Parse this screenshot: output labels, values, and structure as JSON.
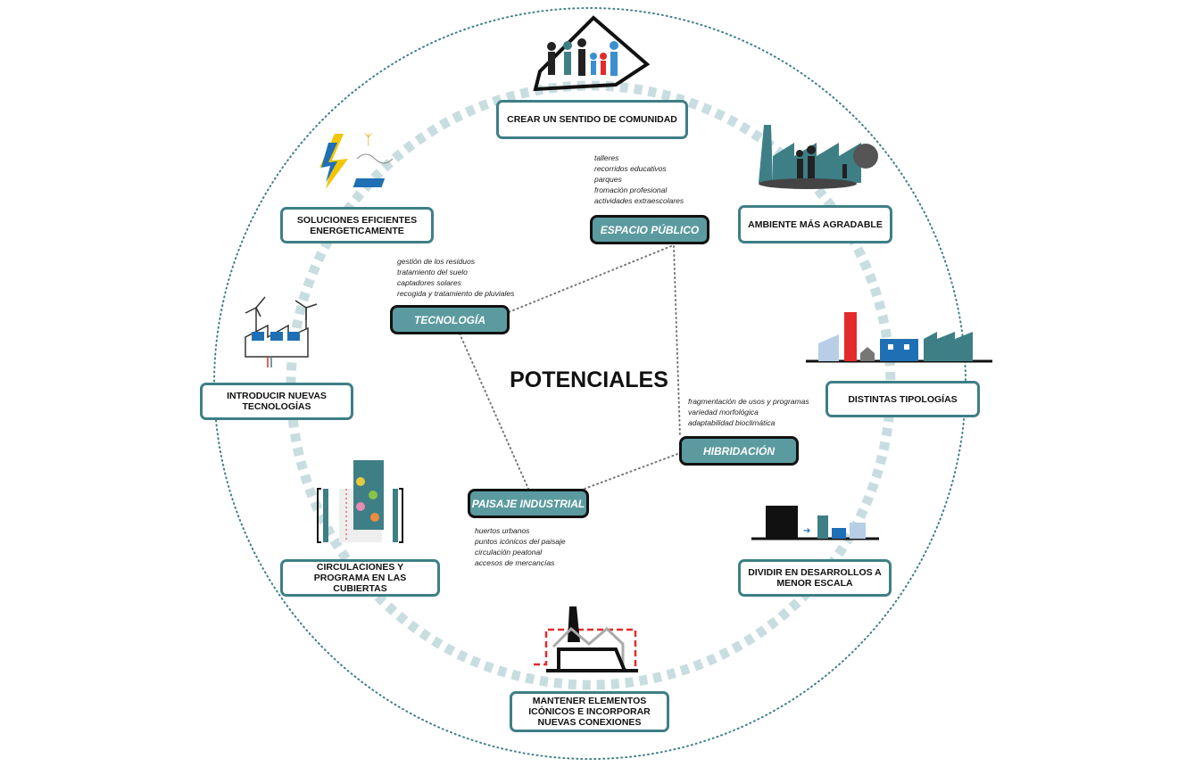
{
  "title": "POTENCIALES",
  "colors": {
    "teal": "#3e7f86",
    "inner_fill": "#5b9ba0",
    "ring": "#c8dde0",
    "red": "#e32b2b",
    "blue": "#1f6fb5"
  },
  "pillars": [
    {
      "label": "ESPACIO PÚBLICO",
      "notes": [
        "talleres",
        "recorridos educativos",
        "parques",
        "fromación profesional",
        "actividades extraescolares"
      ]
    },
    {
      "label": "TECNOLOGÍA",
      "notes": [
        "gestión de los residuos",
        "tratamiento del suelo",
        "captadores solares",
        "recogida y tratamiento de pluviales"
      ]
    },
    {
      "label": "HIBRIDACIÓN",
      "notes": [
        "fragmentación de usos y programas",
        "variedad morfológica",
        "adaptabilidad bioclimática"
      ]
    },
    {
      "label": "PAISAJE INDUSTRIAL",
      "notes": [
        "huertos urbanos",
        "puntos icónicos del paisaje",
        "circulación peatonal",
        "accesos de mercancías"
      ]
    }
  ],
  "outer": [
    {
      "label": "CREAR UN SENTIDO DE COMUNIDAD",
      "icon": "community-icon"
    },
    {
      "label": "AMBIENTE MÁS AGRADABLE",
      "icon": "park-factory-icon"
    },
    {
      "label": "DISTINTAS TIPOLOGÍAS",
      "icon": "building-types-icon"
    },
    {
      "label": "DIVIDIR EN DESARROLLOS A MENOR ESCALA",
      "icon": "scale-icon"
    },
    {
      "label": "MANTENER ELEMENTOS ICÓNICOS E INCORPORAR NUEVAS CONEXIONES",
      "icon": "chimney-icon"
    },
    {
      "label": "CIRCULACIONES Y PROGRAMA EN LAS CUBIERTAS",
      "icon": "roof-circulation-icon"
    },
    {
      "label": "INTRODUCIR NUEVAS TECNOLOGÍAS",
      "icon": "wind-solar-icon"
    },
    {
      "label": "SOLUCIONES EFICIENTES ENERGETICAMENTE",
      "icon": "energy-icon"
    }
  ]
}
